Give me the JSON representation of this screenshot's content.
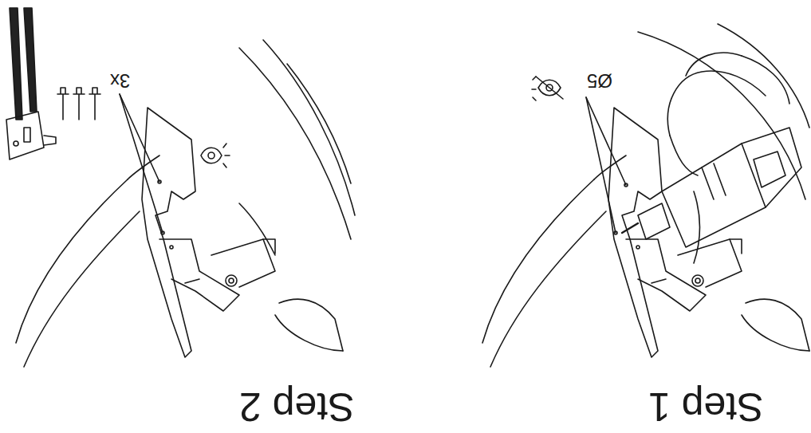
{
  "diagram": {
    "labels": [
      "Ø5",
      "Step 1",
      "3x",
      "Step 2"
    ]
  }
}
